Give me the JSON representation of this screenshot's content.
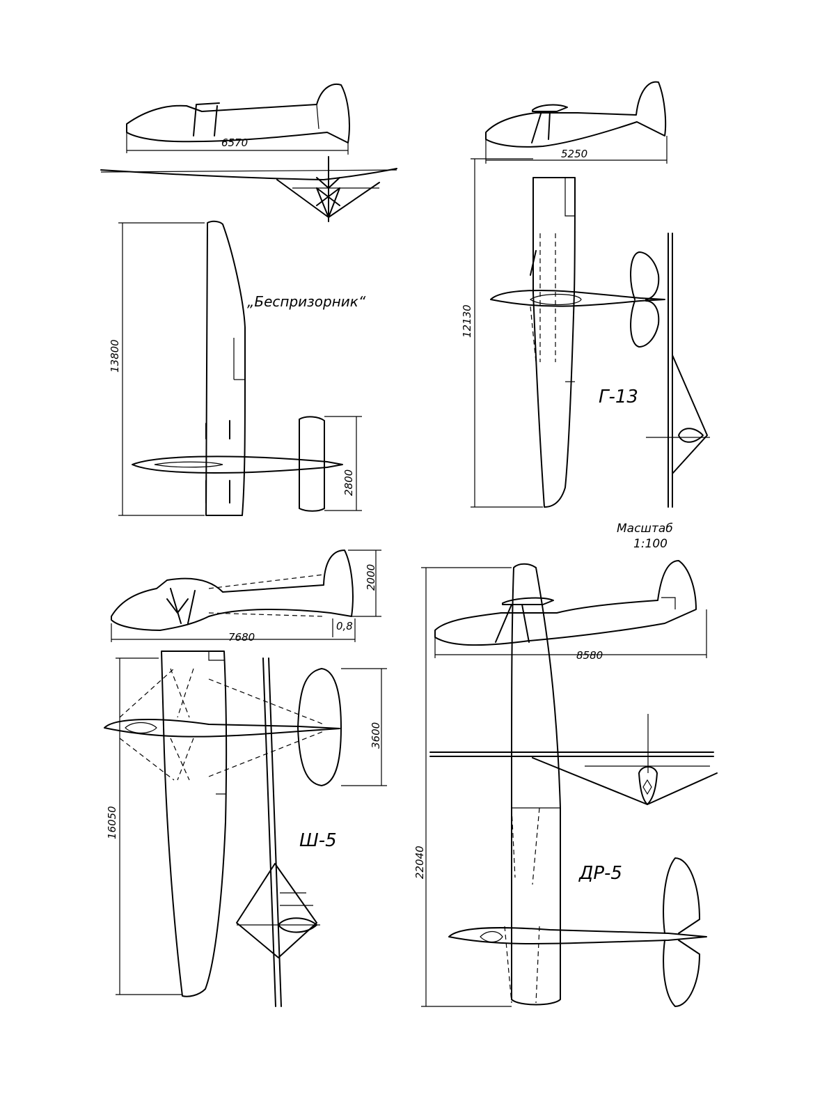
{
  "gliders": [
    {
      "name": "„Беспризорник“",
      "length": "6570",
      "span": "13800",
      "tail_span": "2800"
    },
    {
      "name": "Г-13",
      "length": "5250",
      "span": "12130"
    },
    {
      "name": "Ш-5",
      "length": "7680",
      "span": "16050",
      "tail_height": "2000",
      "tail_offset": "0,8",
      "tail_span": "3600"
    },
    {
      "name": "ДР-5",
      "length": "8580",
      "span": "22040"
    }
  ],
  "scale": {
    "label": "Масштаб",
    "value": "1:100"
  }
}
